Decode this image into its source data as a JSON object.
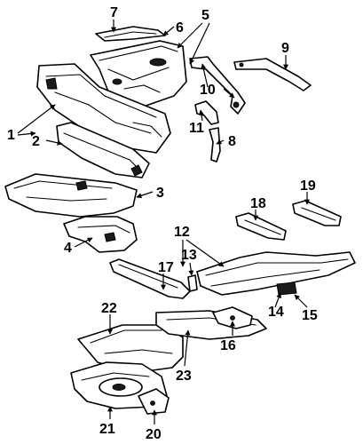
{
  "diagram": {
    "callouts": [
      "1",
      "2",
      "3",
      "4",
      "5",
      "6",
      "7",
      "8",
      "9",
      "10",
      "11",
      "12",
      "13",
      "14",
      "15",
      "16",
      "17",
      "18",
      "19",
      "20",
      "21",
      "22",
      "23"
    ]
  },
  "colors": {
    "ink": "#000000",
    "paper": "#ffffff"
  }
}
